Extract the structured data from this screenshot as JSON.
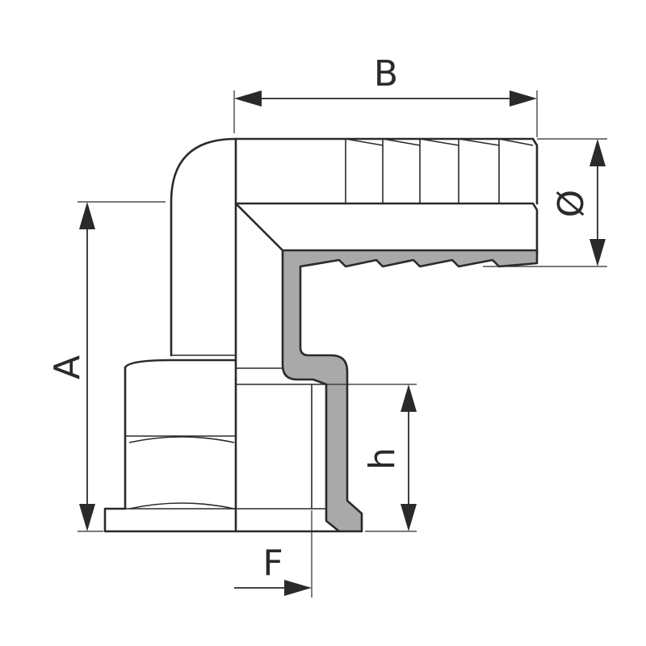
{
  "labels": {
    "b": "B",
    "a": "A",
    "diameter": "Ø",
    "h": "h",
    "f": "F"
  },
  "colors": {
    "line": "#2a2a2a",
    "section_fill": "#a9a9a9",
    "background": "#ffffff"
  }
}
